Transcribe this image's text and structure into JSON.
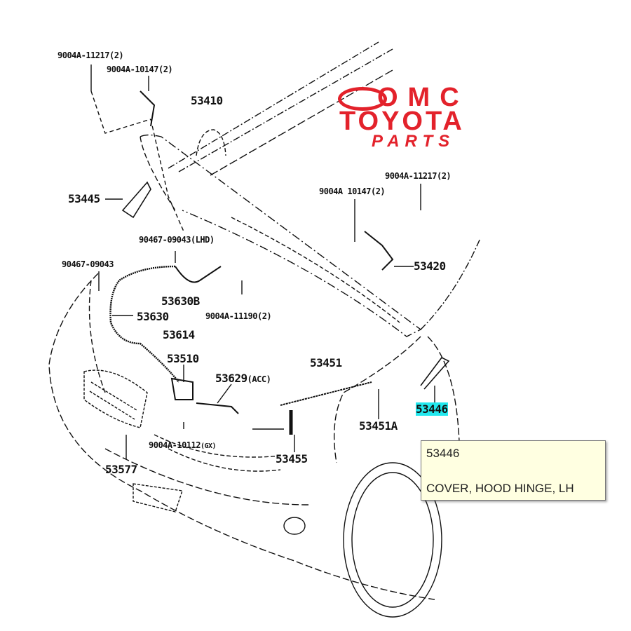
{
  "logo": {
    "line1": "OMC",
    "line2": "TOYOTA",
    "line3": "PARTS",
    "color": "#e3222b"
  },
  "labels": {
    "p1": "9004A-11217(2)",
    "p2": "9004A-10147(2)",
    "p3": "53410",
    "p4": "53445",
    "p5": "9004A-11217(2)",
    "p6": "9004A 10147(2)",
    "p7": "90467-09043(LHD)",
    "p8": "90467-09043",
    "p9": "53420",
    "p10": "53630B",
    "p11": "9004A-11190(2)",
    "p12": "53630",
    "p13": "53614",
    "p14": "53510",
    "p15": "53451",
    "p16": "53629",
    "p16s": "(ACC)",
    "p17": "53446",
    "p18": "53451A",
    "p19": "9004A-10112",
    "p19s": "(GX)",
    "p20": "53577",
    "p21": "53455"
  },
  "tooltip": {
    "part_number": "53446",
    "description": "COVER, HOOD HINGE, LH",
    "background": "#ffffe1"
  },
  "highlight_color": "#22e8ee"
}
